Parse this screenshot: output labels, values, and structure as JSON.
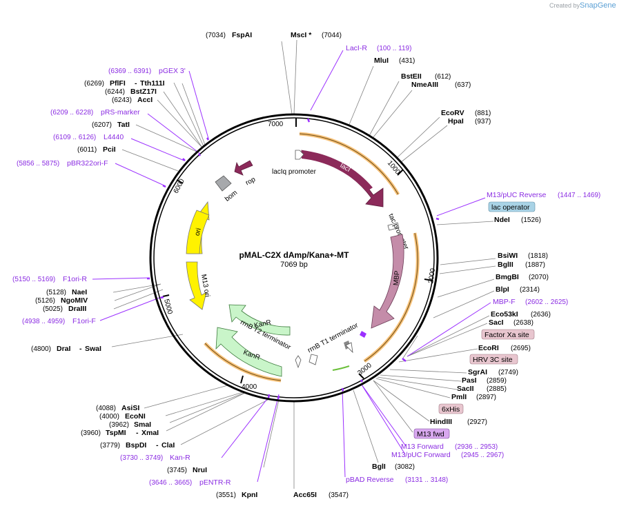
{
  "credit": {
    "text": "Created by",
    "brand": "SnapGene"
  },
  "plasmid": {
    "name": "pMAL-C2X dAmp/Kana+-MT",
    "length": "7069 bp"
  },
  "ticks": [
    "1000",
    "2000",
    "3000",
    "4000",
    "5000",
    "6000",
    "7000"
  ],
  "features": {
    "laci": "lacI",
    "laciq_promoter": "lacIq promoter",
    "tac_promoter": "tac promoter",
    "mbp": "MBP",
    "rrnb_t1": "rrnB T1 terminator",
    "rrnb_t2": "rrnB T2 terminator",
    "kanr_1": "KanR",
    "kanr_2": "KanR",
    "m13_ori": "M13 ori",
    "ori": "ori",
    "bom": "bom",
    "rop": "rop"
  },
  "sites": [
    {
      "name": "FspAI",
      "pos": "(7034)"
    },
    {
      "name": "MscI *",
      "pos": "(7044)"
    },
    {
      "name": "MluI",
      "pos": "(431)"
    },
    {
      "name": "BstEII",
      "pos": "(612)"
    },
    {
      "name": "NmeAIII",
      "pos": "(637)"
    },
    {
      "name": "EcoRV",
      "pos": "(881)"
    },
    {
      "name": "HpaI",
      "pos": "(937)"
    },
    {
      "name": "NdeI",
      "pos": "(1526)"
    },
    {
      "name": "BsiWI",
      "pos": "(1818)"
    },
    {
      "name": "BglII",
      "pos": "(1887)"
    },
    {
      "name": "BmgBI",
      "pos": "(2070)"
    },
    {
      "name": "BlpI",
      "pos": "(2314)"
    },
    {
      "name": "Eco53kI",
      "pos": "(2636)"
    },
    {
      "name": "SacI",
      "pos": "(2638)"
    },
    {
      "name": "EcoRI",
      "pos": "(2695)"
    },
    {
      "name": "SgrAI",
      "pos": "(2749)"
    },
    {
      "name": "PasI",
      "pos": "(2859)"
    },
    {
      "name": "SacII",
      "pos": "(2885)"
    },
    {
      "name": "PmlI",
      "pos": "(2897)"
    },
    {
      "name": "HindIII",
      "pos": "(2927)"
    },
    {
      "name": "BglI",
      "pos": "(3082)"
    },
    {
      "name": "Acc65I",
      "pos": "(3547)"
    },
    {
      "name": "KpnI",
      "pos": "(3551)"
    },
    {
      "name": "NruI",
      "pos": "(3745)"
    },
    {
      "name": "BspDI",
      "pos": "(3779)"
    },
    {
      "name": "ClaI",
      "pos": ""
    },
    {
      "name": "TspMI",
      "pos": "(3960)"
    },
    {
      "name": "XmaI",
      "pos": ""
    },
    {
      "name": "SmaI",
      "pos": "(3962)"
    },
    {
      "name": "EcoNI",
      "pos": "(4000)"
    },
    {
      "name": "AsiSI",
      "pos": "(4088)"
    },
    {
      "name": "DraI",
      "pos": "(4800)"
    },
    {
      "name": "SwaI",
      "pos": ""
    },
    {
      "name": "DraIII",
      "pos": "(5025)"
    },
    {
      "name": "NgoMIV",
      "pos": "(5126)"
    },
    {
      "name": "NaeI",
      "pos": "(5128)"
    },
    {
      "name": "PciI",
      "pos": "(6011)"
    },
    {
      "name": "TatI",
      "pos": "(6207)"
    },
    {
      "name": "AccI",
      "pos": "(6243)"
    },
    {
      "name": "BstZ17I",
      "pos": "(6244)"
    },
    {
      "name": "PflFI",
      "pos": "(6269)"
    },
    {
      "name": "Tth111I",
      "pos": ""
    }
  ],
  "primers": [
    {
      "name": "LacI-R",
      "pos": "(100 .. 119)"
    },
    {
      "name": "M13/pUC Reverse",
      "pos": "(1447 .. 1469)"
    },
    {
      "name": "MBP-F",
      "pos": "(2602 .. 2625)"
    },
    {
      "name": "M13 Forward",
      "pos": "(2936 .. 2953)"
    },
    {
      "name": "M13/pUC Forward",
      "pos": "(2945 .. 2967)"
    },
    {
      "name": "pBAD Reverse",
      "pos": "(3131 .. 3148)"
    },
    {
      "name": "pENTR-R",
      "pos": "(3646 .. 3665)"
    },
    {
      "name": "Kan-R",
      "pos": "(3730 .. 3749)"
    },
    {
      "name": "F1ori-F",
      "pos": "(4938 .. 4959)"
    },
    {
      "name": "F1ori-R",
      "pos": "(5150 .. 5169)"
    },
    {
      "name": "pBR322ori-F",
      "pos": "(5856 .. 5875)"
    },
    {
      "name": "L4440",
      "pos": "(6109 .. 6126)"
    },
    {
      "name": "pRS-marker",
      "pos": "(6209 .. 6228)"
    },
    {
      "name": "pGEX 3'",
      "pos": "(6369 .. 6391)"
    }
  ],
  "boxes": [
    {
      "label": "lac operator",
      "color": "#a9d3e6"
    },
    {
      "label": "Factor Xa site",
      "color": "#e8c6cf"
    },
    {
      "label": "HRV 3C site",
      "color": "#e8c6cf"
    },
    {
      "label": "6xHis",
      "color": "#e8c6cf"
    },
    {
      "label": "M13 fwd",
      "color": "#d8a8ef"
    }
  ],
  "colors": {
    "laci": "#8c2a5a",
    "mbp": "#c28aa8",
    "yellow": "#fff200",
    "kanr": "#c9f5c9",
    "grey": "#a7a9ac",
    "primer": "#8a2be2",
    "orange": "#f5a623"
  }
}
